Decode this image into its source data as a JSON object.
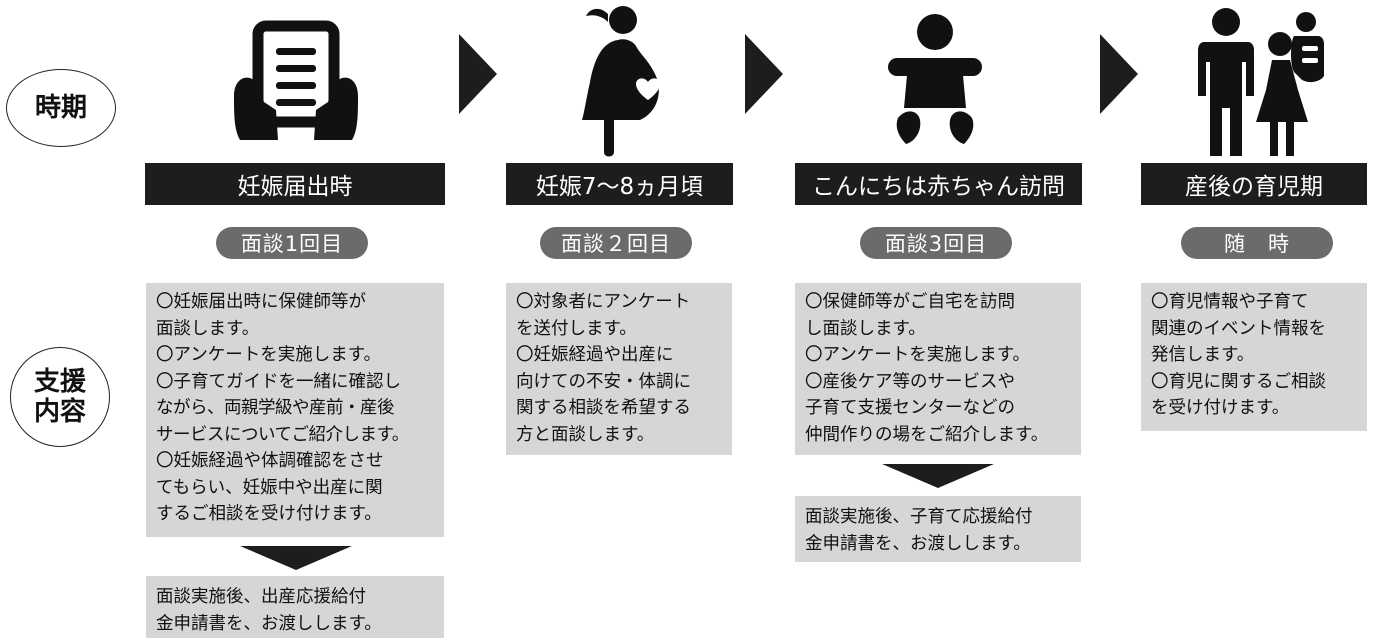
{
  "labels": {
    "period": "時期",
    "support_line1": "支援",
    "support_line2": "内容"
  },
  "stages": [
    {
      "icon": "document-in-hands-icon",
      "title": "妊娠届出時",
      "session": "面談1回目",
      "lines": [
        "〇妊娠届出時に保健師等が",
        "面談します。",
        "〇アンケートを実施します。",
        "〇子育てガイドを一緒に確認し",
        "ながら、両親学級や産前・産後",
        "サービスについてご紹介します。",
        "〇妊娠経過や体調確認をさせ",
        "てもらい、妊娠中や出産に関",
        "するご相談を受け付けます。"
      ],
      "after": [
        "面談実施後、出産応援給付",
        "金申請書を、お渡しします。"
      ]
    },
    {
      "icon": "pregnant-woman-icon",
      "title": "妊娠7〜8ヵ月頃",
      "session": "面談２回目",
      "lines": [
        "〇対象者にアンケート",
        "を送付します。",
        "〇妊娠経過や出産に",
        "向けての不安・体調に",
        "関する相談を希望する",
        "方と面談します。"
      ]
    },
    {
      "icon": "baby-icon",
      "title": "こんにちは赤ちゃん訪問",
      "session": "面談3回目",
      "lines": [
        "〇保健師等がご自宅を訪問",
        "し面談します。",
        "〇アンケートを実施します。",
        "〇産後ケア等のサービスや",
        "子育て支援センターなどの",
        "仲間作りの場をご紹介します。"
      ],
      "after": [
        "面談実施後、子育て応援給付",
        "金申請書を、お渡しします。"
      ]
    },
    {
      "icon": "parents-with-child-icon",
      "title": "産後の育児期",
      "session": "随　時",
      "lines": [
        "〇育児情報や子育て",
        "関連のイベント情報を",
        "発信します。",
        "〇育児に関するご相談",
        "を受け付けます。"
      ]
    }
  ]
}
